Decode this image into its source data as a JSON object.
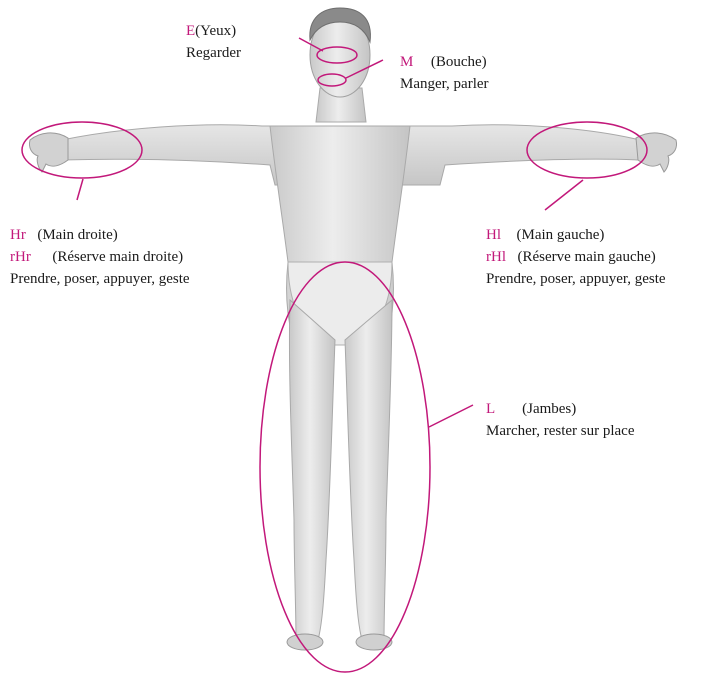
{
  "colors": {
    "accent": "#c2187a",
    "text": "#1a1a1a",
    "body_light": "#e9e9e9",
    "body_shade": "#b8b8b8"
  },
  "labels": {
    "eyes": {
      "code": "E",
      "part": "(Yeux)",
      "action": "Regarder"
    },
    "mouth": {
      "code": "M",
      "part": "(Bouche)",
      "action": "Manger, parler"
    },
    "right_hand": {
      "code": "Hr",
      "part": "(Main droite)",
      "reserve_code": "rHr",
      "reserve_part": "(Réserve main droite)",
      "action": "Prendre, poser, appuyer, geste"
    },
    "left_hand": {
      "code": "Hl",
      "part": "(Main gauche)",
      "reserve_code": "rHl",
      "reserve_part": "(Réserve main gauche)",
      "action": "Prendre, poser, appuyer, geste"
    },
    "legs": {
      "code": "L",
      "part": "(Jambes)",
      "action": "Marcher, rester sur place"
    }
  }
}
